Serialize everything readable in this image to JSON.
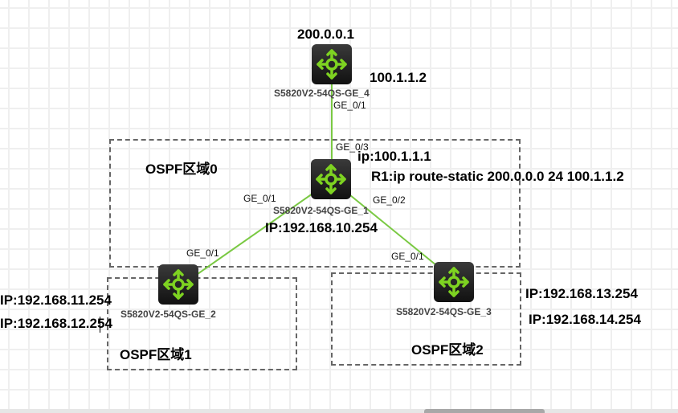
{
  "diagram": {
    "areas": [
      {
        "id": "area0",
        "label": "OSPF区域0"
      },
      {
        "id": "area1",
        "label": "OSPF区域1"
      },
      {
        "id": "area2",
        "label": "OSPF区域2"
      }
    ],
    "devices": [
      {
        "id": "r4",
        "name": "S5820V2-54QS-GE_4",
        "icon": "router-icon"
      },
      {
        "id": "r1",
        "name": "S5820V2-54QS-GE_1",
        "icon": "router-icon"
      },
      {
        "id": "r2",
        "name": "S5820V2-54QS-GE_2",
        "icon": "router-icon"
      },
      {
        "id": "r3",
        "name": "S5820V2-54QS-GE_3",
        "icon": "router-icon"
      }
    ],
    "links": [
      {
        "from": "r4",
        "to": "r1",
        "from_port": "GE_0/1",
        "to_port": "GE_0/3"
      },
      {
        "from": "r1",
        "to": "r2",
        "from_port": "GE_0/1",
        "to_port": "GE_0/1"
      },
      {
        "from": "r1",
        "to": "r3",
        "from_port": "GE_0/2",
        "to_port": "GE_0/1"
      }
    ],
    "annotations": {
      "r4_loopback": "200.0.0.1",
      "r4_ip": "100.1.1.2",
      "r1_ip": "ip:100.1.1.1",
      "r1_route": "R1:ip route-static 200.0.0.0 24 100.1.1.2",
      "r1_lan": "IP:192.168.10.254",
      "r2_lan1": "IP:192.168.11.254",
      "r2_lan2": "IP:192.168.12.254",
      "r3_lan1": "IP:192.168.13.254",
      "r3_lan2": "IP:192.168.14.254"
    },
    "colors": {
      "link": "#7ac943",
      "router_arrow": "#7ed321",
      "router_body": "#1a1a1a",
      "area_border": "#666666"
    }
  }
}
